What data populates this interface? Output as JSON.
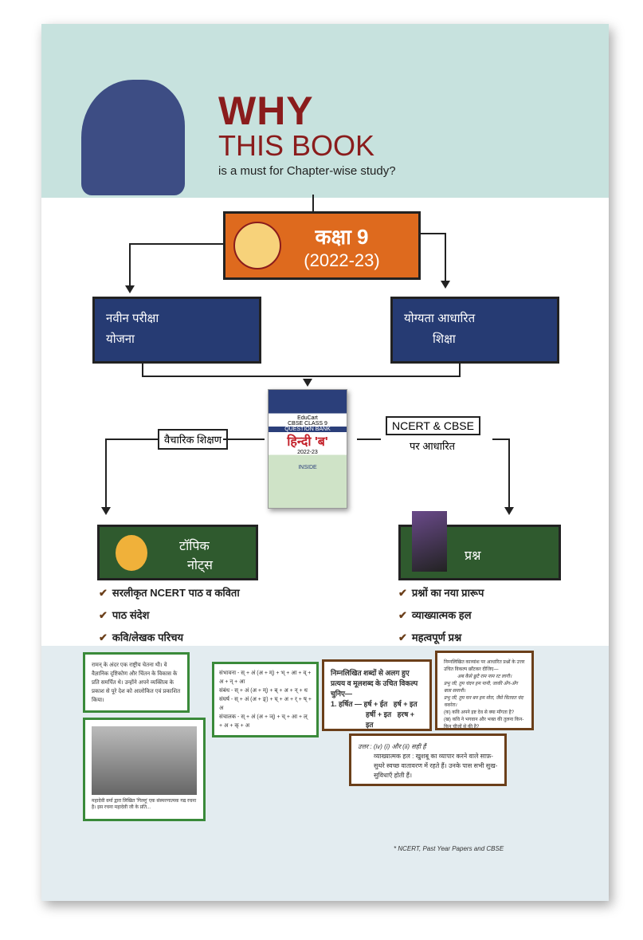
{
  "header": {
    "why": "WHY",
    "this_book": "THIS BOOK",
    "subtitle": "is a must for Chapter-wise study?"
  },
  "center_box": {
    "class": "कक्षा 9",
    "year": "(2022-23)"
  },
  "left_box": {
    "line1": "नवीन परीक्षा",
    "line2": "योजना"
  },
  "right_box": {
    "line1": "योग्यता आधारित",
    "line2": "शिक्षा"
  },
  "book": {
    "brand": "EduCart",
    "class": "CBSE CLASS 9",
    "type": "QUESTION BANK",
    "title": "हिन्दी 'ब'",
    "year": "2022-23",
    "inside": "INSIDE"
  },
  "left_tag": "वैचारिक शिक्षण",
  "right_tag": "NCERT & CBSE",
  "right_tag_sub": "पर आधारित",
  "topic_box": {
    "line1": "टॉपिक",
    "line2": "नोट्स"
  },
  "question_box": "प्रश्न",
  "left_list": [
    "सरलीकृत NCERT पाठ व कविता",
    "पाठ संदेश",
    "कवि/लेखक परिचय"
  ],
  "right_list": [
    "प्रश्नों का नया प्रारूप",
    "व्याख्यात्मक हल",
    "महत्वपूर्ण प्रश्न"
  ],
  "samples": {
    "note": "रामन् के अंदर एक राष्ट्रीय चेतना थी। वे वैज्ञानिक दृष्टिकोण और चिंतन के विकास के प्रति समर्पित थे। उन्होंने अपने व्यक्तित्व के प्रकाश से पूरे देश को आलोकित एवं प्रकाशित किया।",
    "sandhi": [
      "संभावना - स् + अं (अ + म्) + भ् + आ + व् + अ + न् + आ",
      "संबंध - स् + अं (अ + म्) + ब् + अ + न् + ध",
      "संघर्ष - स् + अं (अ + ङ्) + घ् + अ + र् + ष् + अ",
      "संचालक - स् + अं (अ + ञ्) + च् + आ + ल् + अ + क् + अ"
    ],
    "picture_caption": "महादेवी वर्मा द्वारा लिखित 'गिल्लू' एक संस्मरणात्मक गद्य रचना है। इस रचना महादेवी जी के प्रति...",
    "q1_text": "निम्नलिखित शब्दों से अलग हुए प्रत्यय व मूलशब्द के उचित विकल्प चुनिए—",
    "q1_item": "1. हर्षित —",
    "q1_opts": [
      "हर्ष + ईत",
      "हर्ष + इत",
      "हर्षी + इत",
      "हरष + इत"
    ],
    "q2_text": "निम्नलिखित काव्यांश पर आधारित प्रश्नों के उत्तर उचित विकल्प छाँटकर दीजिए—",
    "q2_lines": [
      "अब कैसे छूटै राम नाम रट लागी।",
      "प्रभु जी, तुम चंदन हम पानी, जाकी अँग-अँग बास समानी।",
      "प्रभु जी, तुम घन बन हम मोरा, जैसे चितवत चंद चकोरा।",
      "(क) कवि अपने इष्ट देव से क्या माँगता है?",
      "(ख) कवि ने भगवान और भक्त की तुलना किन-किन चीजों से की है?"
    ],
    "answer": "उत्तर : (iv) (i) और (ii) सही हैं",
    "explain": "व्याख्यात्मक हल : खुशबू का व्यापार करने वाले साफ़-सुथरे स्वच्छ वातावरण में रहते हैं। उनके पास सभी सुख-सुविधाएँ होती हैं।"
  },
  "footnote": "* NCERT, Past Year Papers and CBSE"
}
